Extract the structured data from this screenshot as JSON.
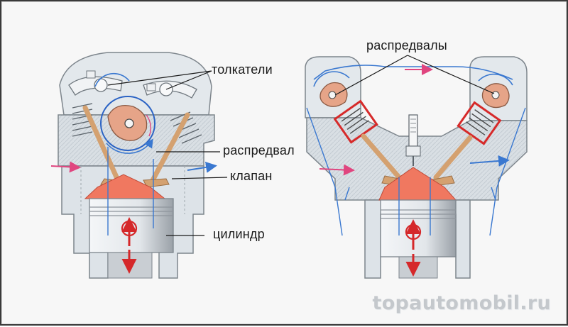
{
  "labels": {
    "pushrods": "толкатели",
    "camshaft": "распредвал",
    "valve": "клапан",
    "cylinder": "цилиндр",
    "camshafts": "распредвалы"
  },
  "watermark": "topautomobil.ru",
  "colors": {
    "metal": "#dbe1e6",
    "metal_outline": "#7d858c",
    "pink_arrow": "#e0457f",
    "blue_flow": "#3a78d0",
    "red_frame": "#d62a2a",
    "flame": "#f07860",
    "cam": "#e6a488",
    "piston_arrow": "#d5282a"
  },
  "icons": [
    "intake-arrow-icon",
    "exhaust-arrow-icon",
    "piston-motion-icon",
    "spark-plug-icon",
    "valve-spring-icon",
    "cam-lobe-icon"
  ]
}
